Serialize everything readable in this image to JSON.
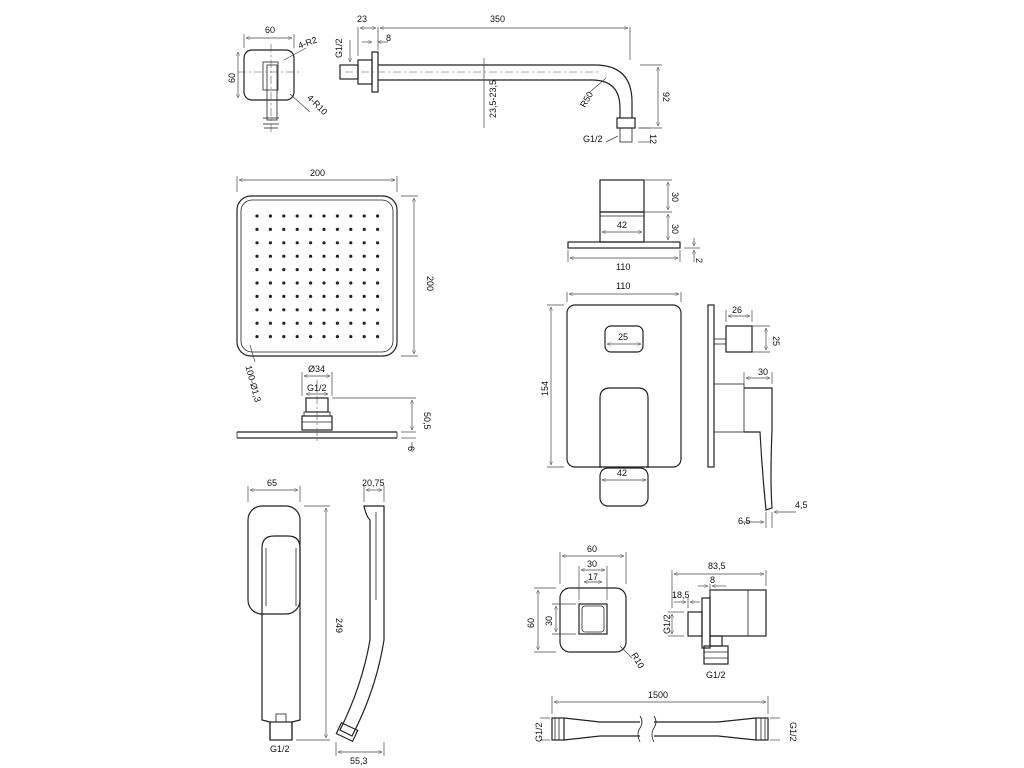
{
  "wall_elbow": {
    "width": "60",
    "height": "60",
    "corner_radius": "4-R2",
    "radius_10": "4-R10"
  },
  "shower_arm": {
    "offset": "23",
    "length": "350",
    "flange": "8",
    "thread_left": "G1/2",
    "height_range": "23,5-23,5",
    "bend_radius": "R50",
    "drop": "92",
    "thread_bottom": "G1/2",
    "nozzle": "12"
  },
  "rain_head": {
    "width": "200",
    "height": "200",
    "nozzle_spec": "100-Ø1,3",
    "connector_diameter": "Ø34",
    "thread": "G1/2",
    "total_height": "50,5",
    "plate": "6"
  },
  "mixer_cap": {
    "top_height": "30",
    "mid_width": "42",
    "mid_height": "30",
    "base_width": "110",
    "base_thickness": "2"
  },
  "mixer_plate": {
    "width": "110",
    "height": "154",
    "button": "25",
    "lever_width": "42"
  },
  "mixer_side": {
    "button_width": "26",
    "button_height": "25",
    "lever_depth": "30",
    "plate_offset": "6,5",
    "plate_thickness": "4,5"
  },
  "hand_shower": {
    "width": "65",
    "length": "249",
    "thread": "G1/2",
    "head_depth": "20,75",
    "side_depth": "55,3"
  },
  "outlet_front": {
    "width": "60",
    "inner": "30",
    "opening": "17",
    "height": "60",
    "inner_height": "30",
    "radius": "R10"
  },
  "outlet_side": {
    "depth": "83,5",
    "flange": "8",
    "offset": "18,5",
    "thread_left": "G1/2",
    "thread_bottom": "G1/2"
  },
  "hose": {
    "length": "1500",
    "thread_left": "G1/2",
    "thread_right": "G1/2"
  }
}
